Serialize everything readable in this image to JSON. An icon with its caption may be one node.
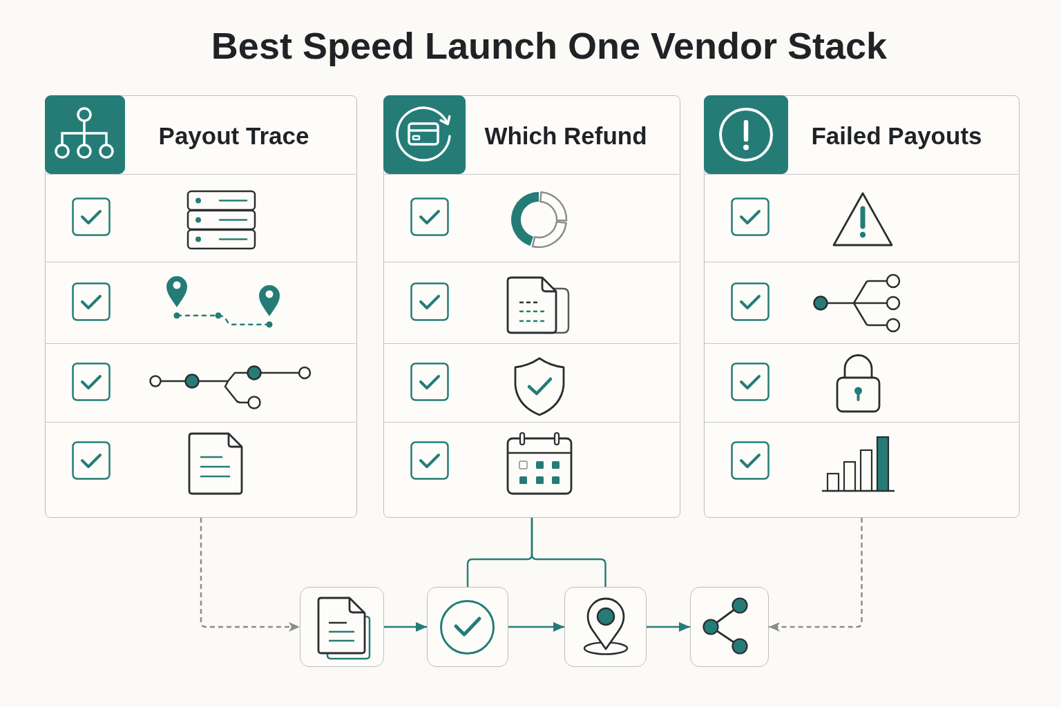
{
  "diagram": {
    "title": "Best Speed Launch One Vendor Stack",
    "nodes": [
      {
        "text": [
          "Payout Trace"
        ]
      },
      {
        "text": [
          "Which Refund"
        ]
      },
      {
        "text": [
          "Failed Payouts"
        ]
      },
      {
        "text": [],
        "shape": "box"
      },
      {
        "text": [],
        "shape": "box"
      },
      {
        "text": [],
        "shape": "box"
      },
      {
        "text": [],
        "shape": "box"
      }
    ],
    "edges": [
      {
        "from": 0,
        "to": 3,
        "arrow": "to",
        "style": "dashed",
        "color": "#8c8c8c"
      },
      {
        "from": 3,
        "to": 4,
        "arrow": "to"
      },
      {
        "from": 4,
        "to": 5,
        "arrow": "to"
      },
      {
        "from": 5,
        "to": 6,
        "arrow": "to"
      },
      {
        "from": 1,
        "to": 4,
        "arrow": "none"
      },
      {
        "from": 1,
        "to": 5,
        "arrow": "none"
      },
      {
        "from": 2,
        "to": 6,
        "arrow": "to",
        "style": "dashed",
        "color": "#8c8c8c"
      }
    ]
  }
}
